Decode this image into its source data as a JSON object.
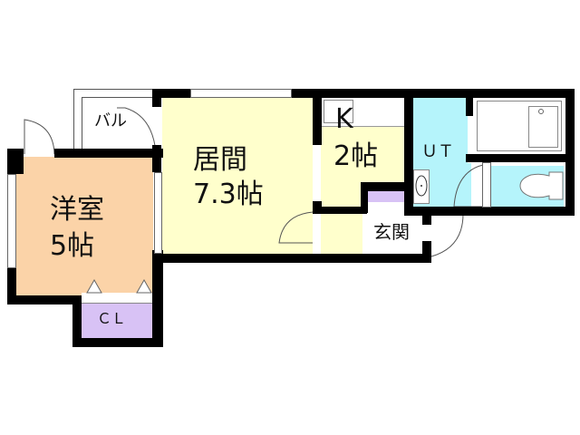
{
  "floor_plan": {
    "rooms": [
      {
        "id": "western-room",
        "name": "洋室",
        "size": "5帖",
        "color": "#FBD3A8"
      },
      {
        "id": "living-room",
        "name": "居間",
        "size": "7.3帖",
        "color": "#FFFFCC"
      },
      {
        "id": "kitchen",
        "name": "K",
        "size": "2帖",
        "color": "#FFFFCC"
      },
      {
        "id": "utility",
        "name": "ＵＴ",
        "color": "#B5F4FB"
      },
      {
        "id": "entrance",
        "name": "玄関",
        "color": "#FFFFFF"
      },
      {
        "id": "closet",
        "name": "ＣＬ",
        "color": "#D8C2F5"
      },
      {
        "id": "balcony",
        "name": "バル",
        "color": "#FFFFFF"
      }
    ],
    "wall_color": "#000000"
  }
}
